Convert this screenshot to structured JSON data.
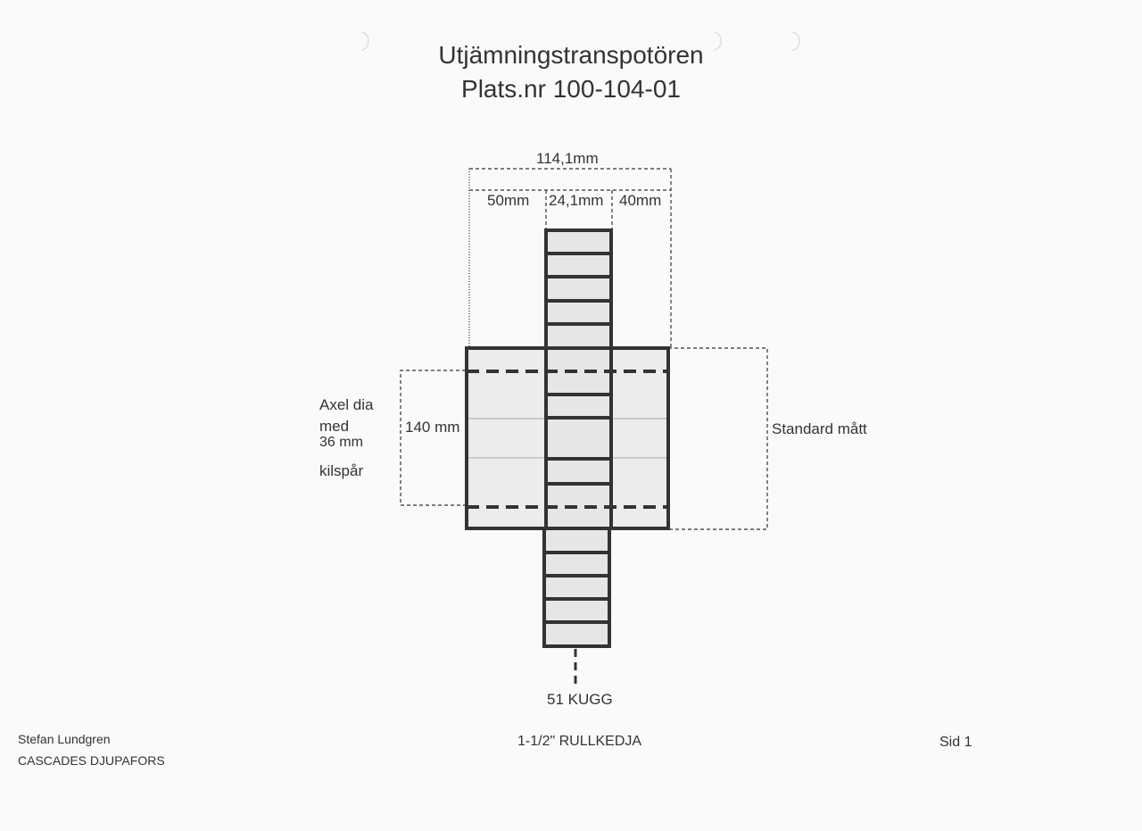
{
  "title": {
    "line1": "Utjämningstranspotören",
    "line2": "Plats.nr 100-104-01"
  },
  "dimensions": {
    "total_width": "114,1mm",
    "left_width": "50mm",
    "chain_width": "24,1mm",
    "right_width": "40mm",
    "hub_inner": "140 mm",
    "standard": "Standard mått"
  },
  "shaft_note": {
    "line1": "Axel dia",
    "line2": "med",
    "line3": "36 mm",
    "line4": "kilspår"
  },
  "teeth_label": "51 KUGG",
  "footer": {
    "author": "Stefan Lundgren",
    "company": "CASCADES DJUPAFORS",
    "chain_type": "1-1/2\" RULLKEDJA",
    "page": "Sid 1"
  }
}
